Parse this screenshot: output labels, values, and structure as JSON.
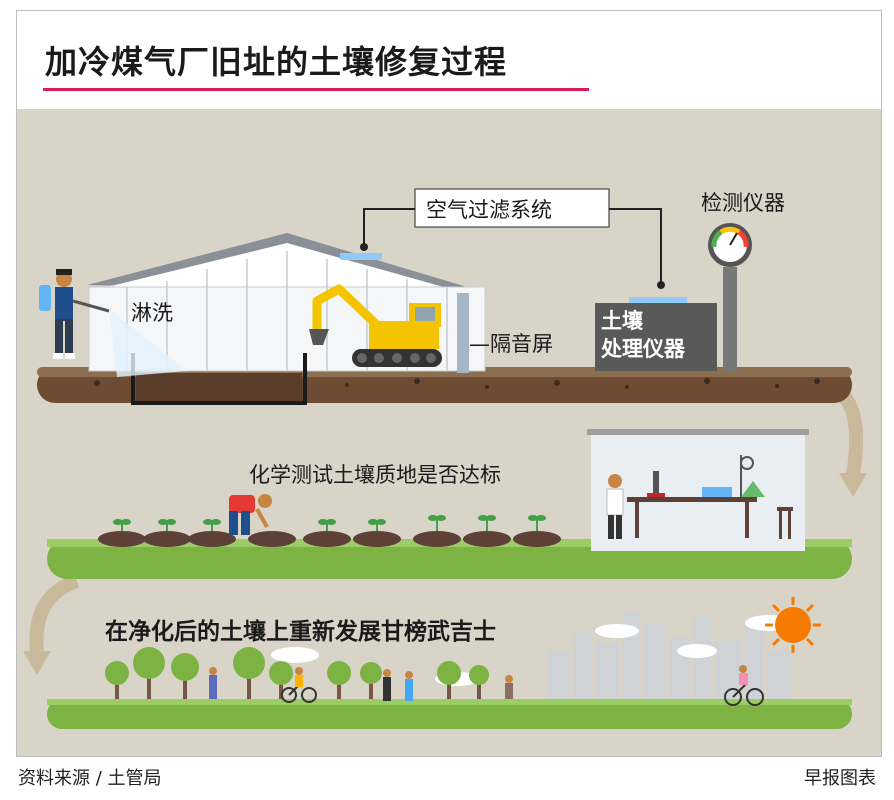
{
  "header": {
    "title": "加冷煤气厂旧址的土壤修复过程"
  },
  "stage1": {
    "wash_label": "淋洗",
    "air_filter_label": "空气过滤系统",
    "detector_label": "检测仪器",
    "noise_barrier_label": "隔音屏",
    "soil_processor_label": "土壤\n处理仪器"
  },
  "stage2": {
    "chem_test_label": "化学测试土壤质地是否达标"
  },
  "stage3": {
    "redevelop_label": "在净化后的土壤上重新发展甘榜武吉士"
  },
  "footer": {
    "source": "资料来源 / 土管局",
    "credit": "早报图表"
  },
  "colors": {
    "accent": "#d81b60",
    "grass": "#7cb342",
    "soil": "#5d4037",
    "arrow": "#c9b99b",
    "excavator": "#f5c400"
  }
}
